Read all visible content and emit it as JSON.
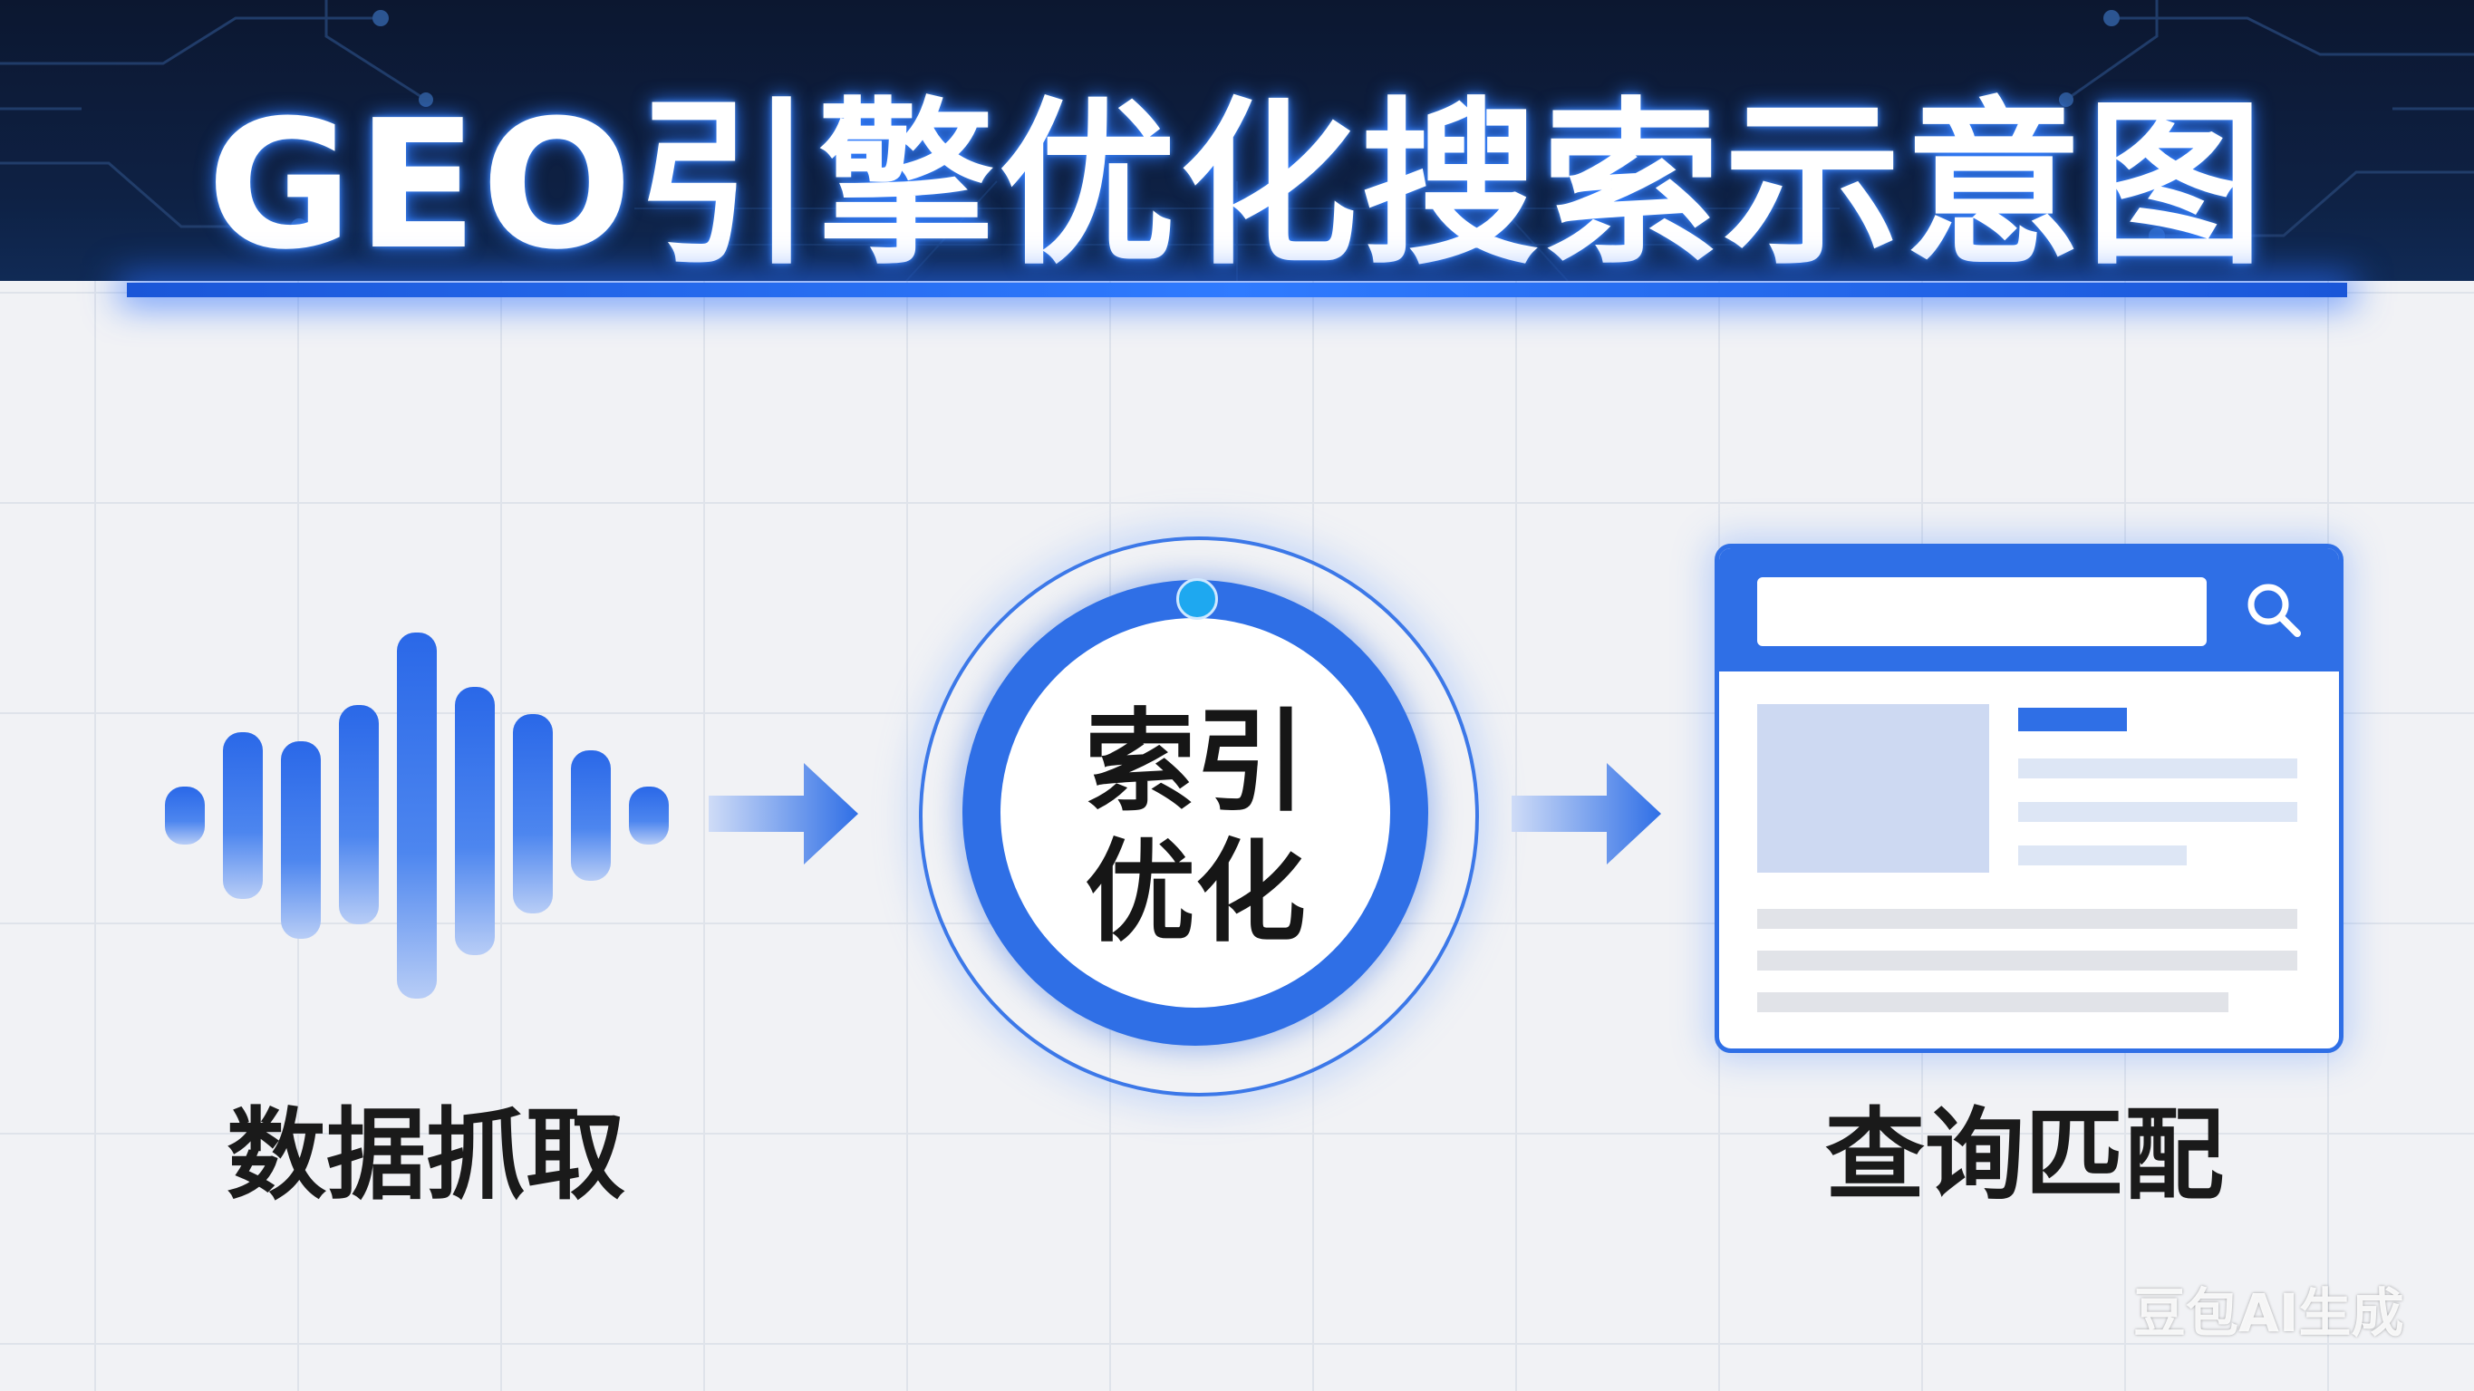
{
  "header": {
    "title": "GEO引擎优化搜索示意图"
  },
  "flow": {
    "step1_label": "数据抓取",
    "center_label_line1": "索引",
    "center_label_line2": "优化",
    "step3_label": "查询匹配"
  },
  "watermark": "豆包AI生成",
  "colors": {
    "primary_blue": "#2f6fe6",
    "header_navy": "#0c1730",
    "accent_cyan": "#1ea8f0"
  },
  "icons": [
    "sound-wave-icon",
    "arrow-right-icon",
    "search-icon",
    "browser-window-icon"
  ]
}
